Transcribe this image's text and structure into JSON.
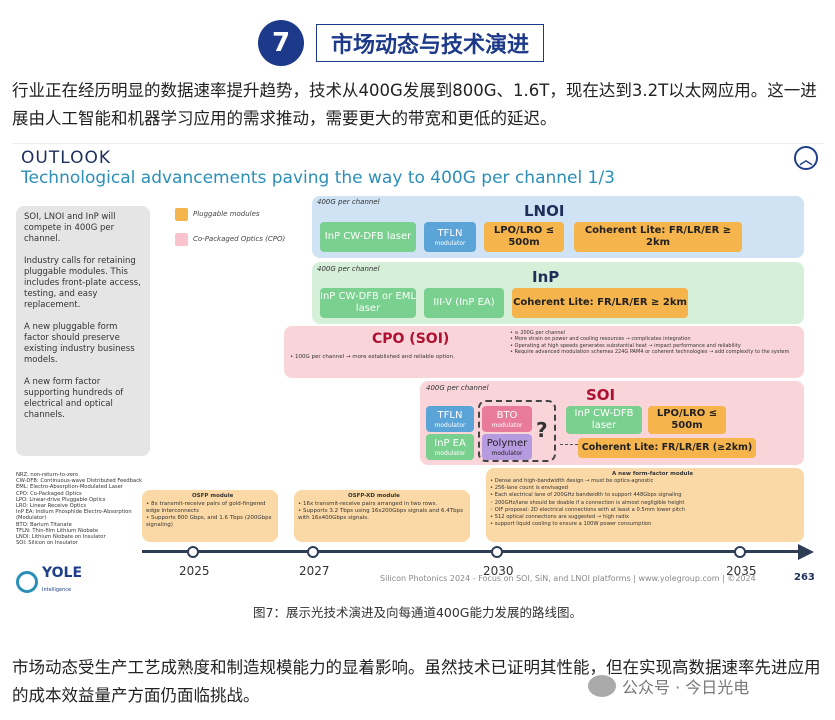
{
  "section": {
    "number": "7",
    "title": "市场动态与技术演进"
  },
  "intro": "行业正在经历明显的数据速率提升趋势，技术从400G发展到800G、1.6T，现在达到3.2T以太网应用。这一进展由人工智能和机器学习应用的需求推动，需要更大的带宽和更低的延迟。",
  "figure": {
    "outlook": "OUTLOOK",
    "subtitle": "Technological advancements paving the way to 400G per channel 1/3",
    "notes": [
      "SOI, LNOI and InP will compete in 400G per channel.",
      "Industry calls for retaining pluggable modules. This includes front-plate access, testing, and easy replacement.",
      "A new pluggable form factor should preserve existing industry business models.",
      "A new form factor supporting hundreds of electrical and optical channels."
    ],
    "legend": {
      "pluggable": "Pluggable modules",
      "cpo": "Co-Packaged Optics (CPO)"
    },
    "lnoi": {
      "label": "400G per channel",
      "title": "LNOI",
      "inp_cw": "InP CW-DFB laser",
      "tfln": "TFLN",
      "tfln_sub": "modulator",
      "lpo": "LPO/LRO ≤ 500m",
      "coherent": "Coherent Lite: FR/LR/ER ≥ 2km"
    },
    "inp": {
      "label": "400G per channel",
      "title": "InP",
      "cw": "InP CW-DFB or EML laser",
      "iiiv": "III-V (InP EA)",
      "coherent": "Coherent Lite: FR/LR/ER ≥ 2km"
    },
    "cpo": {
      "title": "CPO (SOI)",
      "left_note": "• 100G per channel → more established and reliable option.",
      "right_note": "• ≥ 200G per channel\n• More strain on power and cooling resources → complicates integration\n• Operating at high speeds generates substantial heat → impact performance and reliability\n• Require advanced modulation schemes 224G PAM4 or coherent technologies → add complexity to the system"
    },
    "soi": {
      "label": "400G per channel",
      "title": "SOI",
      "tfln": "TFLN",
      "tfln_sub": "modulator",
      "bto": "BTO",
      "bto_sub": "modulator",
      "inpea": "InP EA",
      "inpea_sub": "modulator",
      "polymer": "Polymer",
      "polymer_sub": "modulator",
      "question": "?",
      "cw": "InP CW-DFB laser",
      "lpo": "LPO/LRO ≤ 500m",
      "coherent": "Coherent Lite: FR/LR/ER (≥2km)"
    },
    "abbreviations": "NRZ: non-return-to-zero\nCW-DFB: Continuous-wave Distributed Feedback\nEML: Electro-Absorption-Modulated Laser\nCPO: Co-Packaged Optics\nLPO: Linear-drive Pluggable Optics\nLRO: Linear Receive Optics\nInP EA: Indium Phosphide Electro-Absorption (Modulator)\nBTO: Barium Titanate\nTFLN: Thin-film Lithium Niobate\nLNOI: Lithium Niobate on Insulator\nSOI: Silicon on Insulator",
    "osfp": {
      "title": "OSFP module",
      "text": "• 8x transmit-receive pairs of gold-fingered edge interconnects\n• Supports 800 Gbps, and 1.6 Tbps (200Gbps signaling)"
    },
    "osfpxd": {
      "title": "OSFP-XD module",
      "text": "• 16x transmit-receive pairs arranged in two rows.\n• Supports 3.2 Tbps using 16x200Gbps signals and 6.4Tbps with 16x400Gbps signals."
    },
    "newform": {
      "title": "A new form-factor module",
      "text": "• Dense and high-bandwidth design → must be optics-agnostic\n• 256-lane count is envisaged\n• Each electrical lane of 200GHz bandwidth to support 448Gbps signaling\n   ◦ 200GHz/lane should be doable if a connection is almost negligible height\n   ◦ OIF proposal: 2D electrical connections with at least a 0.5mm lower pitch\n• 512 optical connections are suggested → high radix\n• support liquid cooling to ensure a 100W power consumption"
    },
    "years": [
      "2025",
      "2027",
      "2030",
      "2035"
    ],
    "source": "Silicon Photonics 2024 - Focus on SOI, SiN, and LNOI platforms | www.yolegroup.com | ©2024",
    "page": "263",
    "logo": {
      "name": "YOLE",
      "sub": "Intelligence"
    }
  },
  "caption": "图7：展示光技术演进及向每通道400G能力发展的路线图。",
  "closing": "市场动态受生产工艺成熟度和制造规模能力的显着影响。虽然技术已证明其性能，但在实现高数据速率先进应用的成本效益量产方面仍面临挑战。",
  "watermark": "公众号 · 今日光电",
  "colors": {
    "navy": "#1d3a8a",
    "lnoi_band": "#cfe3f4",
    "inp_band": "#d6efd9",
    "cpo_band": "#f9d5da",
    "module": "#fbd9a6"
  }
}
